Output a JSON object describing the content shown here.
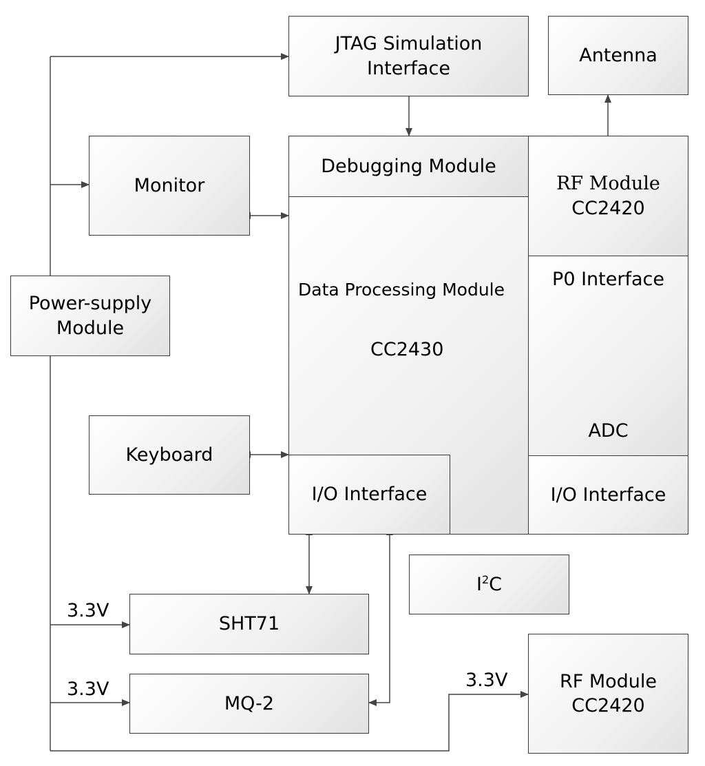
{
  "blocks": {
    "jtag": [
      "JTAG Simulation",
      "Interface"
    ],
    "antenna": "Antenna",
    "monitor": "Monitor",
    "debugging": "Debugging Module",
    "rf_top": [
      "RF Module",
      "CC2420"
    ],
    "power": [
      "Power-supply",
      "Module"
    ],
    "data_processing": "Data Processing Module",
    "cc2430": "CC2430",
    "p0_interface": "P0 Interface",
    "adc": "ADC",
    "keyboard": "Keyboard",
    "io_left": "I/O Interface",
    "io_right": "I/O Interface",
    "i2c_main": "I",
    "i2c_sup": "2",
    "i2c_tail": "C",
    "sht71": "SHT71",
    "mq2": "MQ-2",
    "rf_bottom": [
      "RF Module",
      "CC2420"
    ]
  },
  "voltage_labels": {
    "sht71": "3.3V",
    "mq2": "3.3V",
    "rf": "3.3V"
  }
}
